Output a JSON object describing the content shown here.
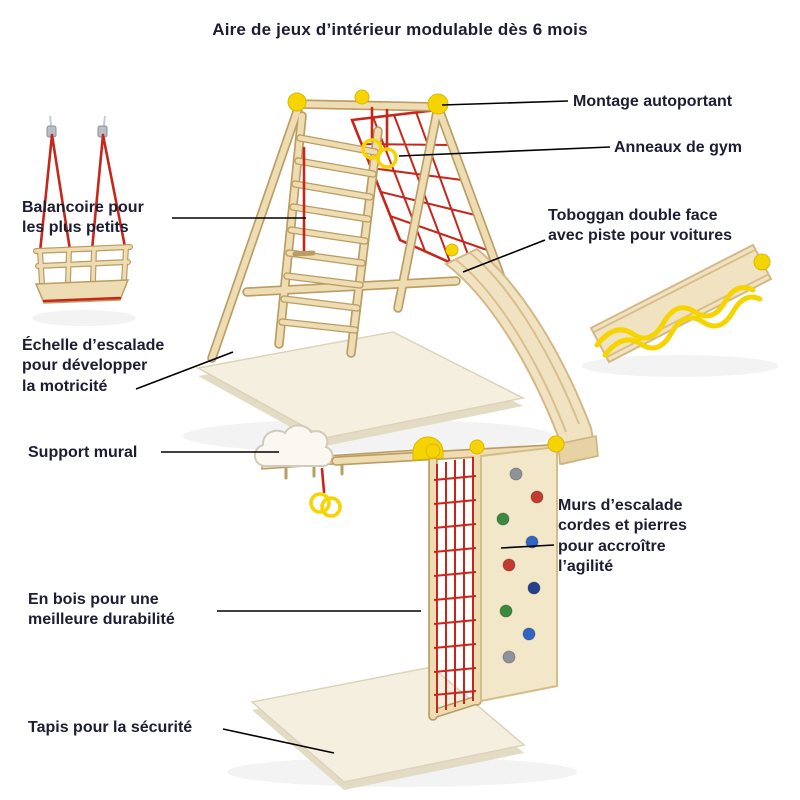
{
  "title": "Aire de jeux d’intérieur modulable dès 6 mois",
  "callouts": {
    "montage": {
      "label": "Montage autoportant"
    },
    "anneaux": {
      "label": "Anneaux de gym"
    },
    "balancoire": {
      "label": "Balancoire pour\nles plus petits"
    },
    "toboggan": {
      "label": "Toboggan double face\navec piste pour voitures"
    },
    "echelle": {
      "label": "Échelle d’escalade\npour développer\nla motricité"
    },
    "support": {
      "label": "Support mural"
    },
    "murs": {
      "label": "Murs d’escalade\ncordes et pierres\npour accroître\nl’agilité"
    },
    "enbois": {
      "label": "En bois pour une\nmeilleure durabilité"
    },
    "tapis": {
      "label": "Tapis pour la sécurité"
    }
  },
  "colors": {
    "text_dark": "#1c1c33",
    "accent_yellow": "#f6d402",
    "rope_red": "#c7271b",
    "wood_light": "#eedcb2",
    "wood_edge": "#bb9c63",
    "mat_cream": "#f4efdf",
    "callout_line": "#000000"
  }
}
